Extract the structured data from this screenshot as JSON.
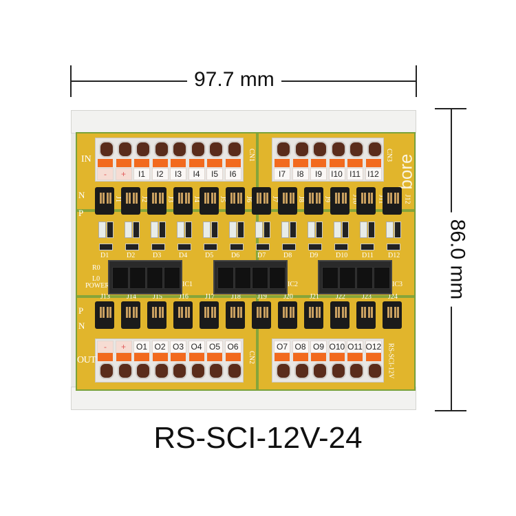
{
  "dimensions": {
    "width": "97.7 mm",
    "height": "86.0 mm"
  },
  "title": "RS-SCI-12V-24",
  "board": {
    "brand": "bore",
    "model_silk": "RS-SCI-12V",
    "in_label": "IN",
    "out_label": "OUT",
    "power_label": "POWER",
    "l0": "L0",
    "r0": "R0",
    "connectors": [
      "CN1",
      "CN3",
      "CN2"
    ],
    "ics": [
      "IC1",
      "IC2",
      "IC3"
    ],
    "input_terminals_left": [
      "-",
      "+",
      "I1",
      "I2",
      "I3",
      "I4",
      "I5",
      "I6"
    ],
    "input_terminals_right": [
      "I7",
      "I8",
      "I9",
      "I10",
      "I11",
      "I12"
    ],
    "output_terminals_left": [
      "-",
      "+",
      "O1",
      "O2",
      "O3",
      "O4",
      "O5",
      "O6"
    ],
    "output_terminals_right": [
      "O7",
      "O8",
      "O9",
      "O10",
      "O11",
      "O12"
    ],
    "jumpers_top": [
      "J1",
      "J2",
      "J3",
      "J4",
      "J5",
      "J6",
      "J7",
      "J8",
      "J9",
      "J10",
      "J11",
      "J12"
    ],
    "jumpers_bottom": [
      "J13",
      "J14",
      "J15",
      "J16",
      "J17",
      "J18",
      "J19",
      "J20",
      "J21",
      "J22",
      "J23",
      "J24"
    ],
    "diodes": [
      "D1",
      "D2",
      "D3",
      "D4",
      "D5",
      "D6",
      "D7",
      "D8",
      "D9",
      "D10",
      "D11",
      "D12"
    ],
    "np_top": [
      "N",
      "P"
    ],
    "np_bottom": [
      "P",
      "N"
    ]
  }
}
